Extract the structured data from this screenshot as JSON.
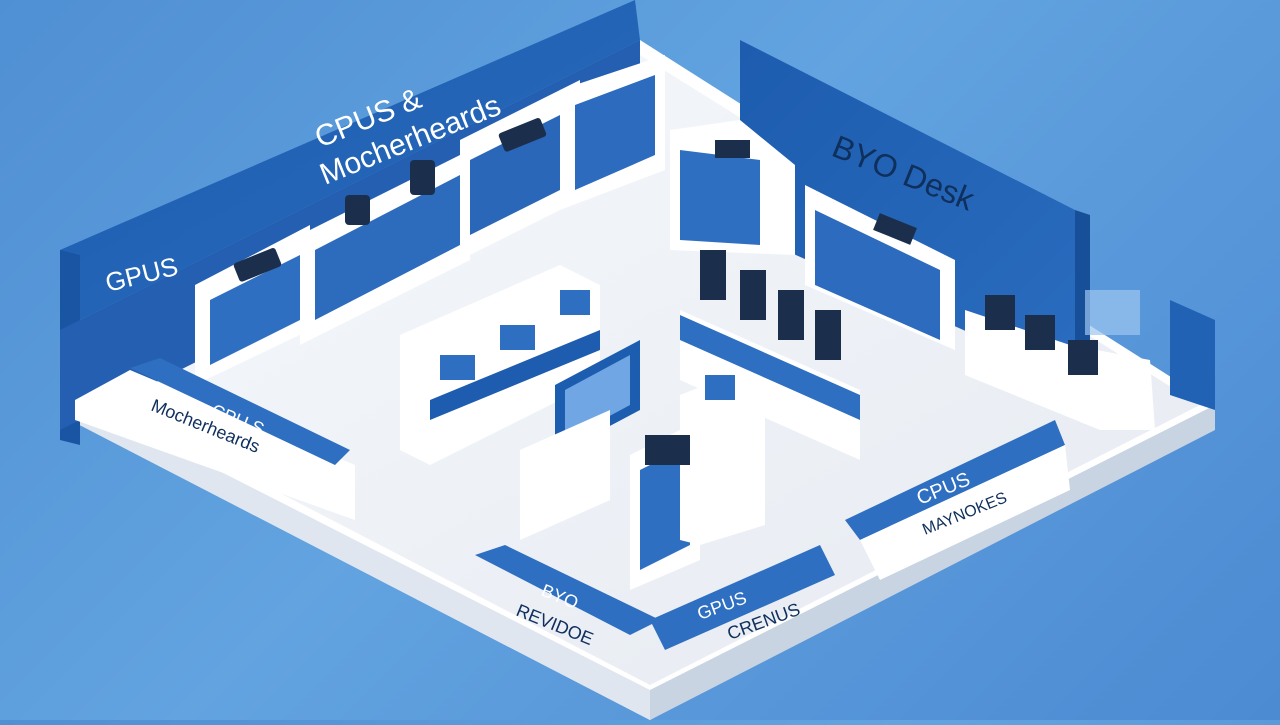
{
  "colors": {
    "background": "#5a9be0",
    "brand_blue": "#1c5db0",
    "panel_blue": "#2e6fc1",
    "white": "#ffffff",
    "floor": "#f1f4f8"
  },
  "walls": {
    "left_sign_upper": "CPUS &",
    "left_sign_lower": "Mocherheards",
    "left_sign_side": "GPUS",
    "right_sign": "BYO Desk"
  },
  "floor_signs": {
    "left_banner": "CPU S",
    "left_label": "Mocherheards",
    "front_left_banner": "BYO",
    "front_left_label": "REVIDOE",
    "front_right_banner": "GPUS",
    "front_right_label": "CRENUS",
    "right_banner": "CPUS",
    "right_label": "MAYNOKES"
  }
}
